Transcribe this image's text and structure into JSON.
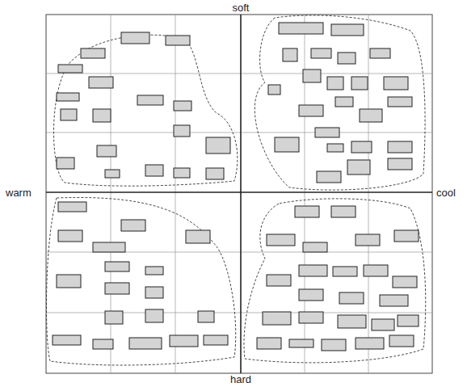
{
  "diagram": {
    "labels": [
      "soft",
      "warm",
      "cool",
      "hard"
    ]
  }
}
